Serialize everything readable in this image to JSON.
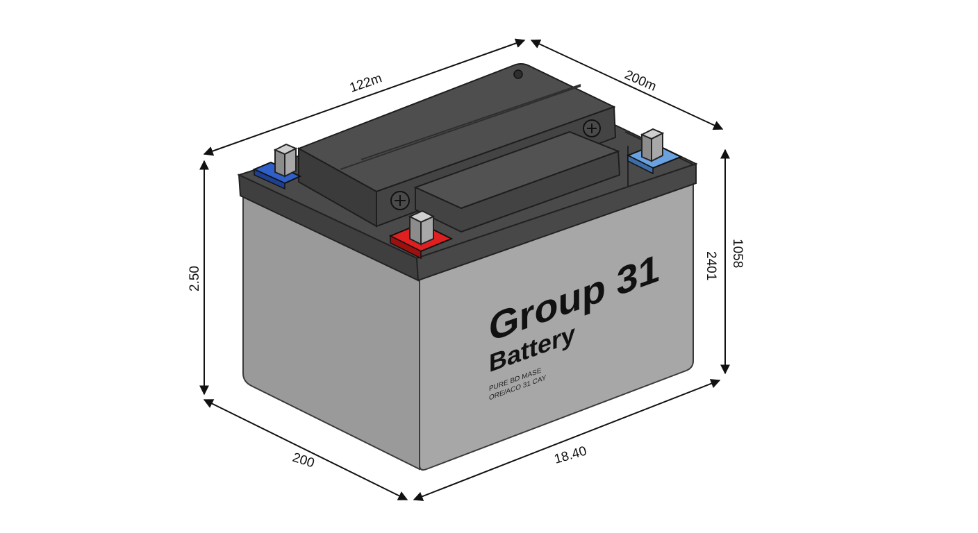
{
  "label": {
    "title": "Group 31",
    "subtitle": "Battery",
    "fine_print_1": "PURE BD MASE",
    "fine_print_2": "ORE/ACO 31 CAY"
  },
  "dimensions": {
    "top_left_edge": "122m",
    "top_right_edge": "200m",
    "left_height": "2.50",
    "right_height_inner": "2401",
    "right_height_outer": "1058",
    "bottom_left_edge": "200",
    "bottom_right_edge": "18.40"
  },
  "colors": {
    "case_front": "#a7a7a7",
    "case_side": "#9a9a9a",
    "lid": "#4a4a4a",
    "positive_terminal_base": "#e02020",
    "negative_terminal_base_left": "#2f5fc8",
    "negative_terminal_base_right": "#6aa2e0"
  }
}
